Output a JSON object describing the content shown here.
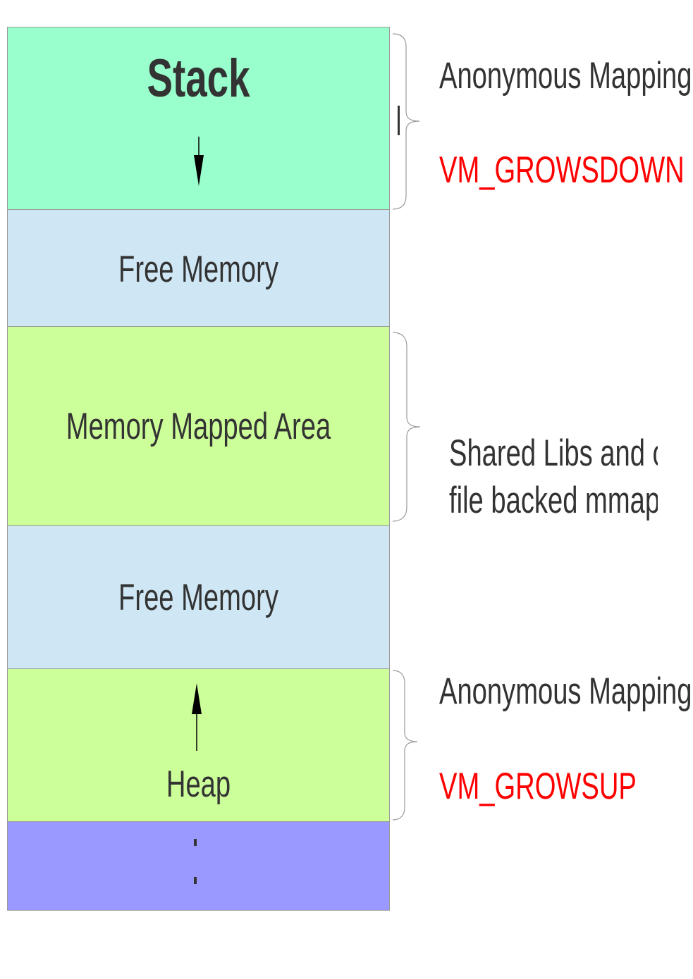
{
  "segments": {
    "stack": "Stack",
    "free_memory_top": "Free Memory",
    "memory_mapped": "Memory Mapped Area",
    "free_memory_bottom": "Free Memory",
    "heap": "Heap"
  },
  "annotations": {
    "stack_mapping": "Anonymous Mapping",
    "stack_flag": "VM_GROWSDOWN",
    "mmap_line1": "Shared Libs and other",
    "mmap_line2": "file backed mmaps",
    "heap_mapping": "Anonymous Mapping",
    "heap_flag": "VM_GROWSUP"
  },
  "colors": {
    "stack": "#99ffcc",
    "free_memory": "#cfe7f5",
    "memory_mapped": "#ccff99",
    "heap": "#ccff99",
    "bottom": "#9999ff",
    "flag_text": "#ff0000"
  }
}
